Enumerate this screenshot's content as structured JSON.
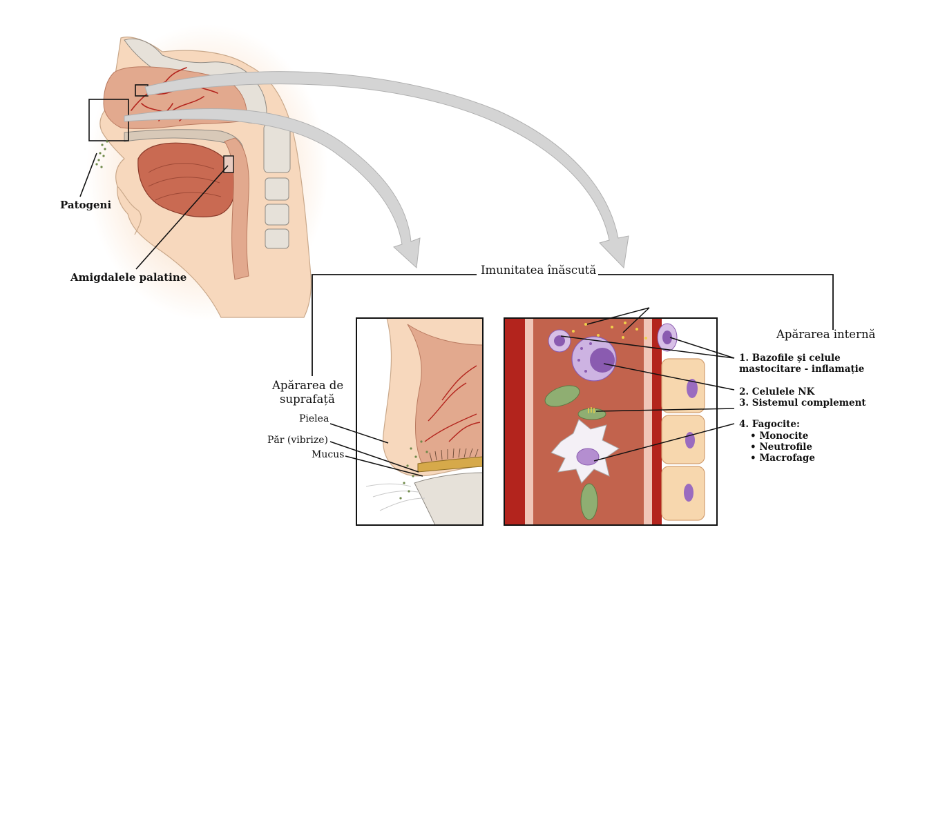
{
  "labels": {
    "pathogens": "Patogeni",
    "tonsils": "Amigdalele palatine",
    "innate_immunity": "Imunitatea înăscută",
    "surface_defense_line1": "Apărarea de",
    "surface_defense_line2": "suprafață",
    "internal_defense": "Apărarea internă",
    "skin": "Pielea",
    "hair": "Păr (vibrize)",
    "mucus": "Mucus",
    "item1_line1": "1. Bazofile și celule",
    "item1_line2": "mastocitare  - inflamație",
    "item2": "2. Celulele NK",
    "item3": "3. Sistemul complement",
    "item4": "4. Fagocite:",
    "phagocytes": [
      "Monocite",
      "Neutrofile",
      "Macrofage"
    ]
  },
  "colors": {
    "skin": "#f7d8bd",
    "glow": "#fbe0c4",
    "mucosa": "#e2a98e",
    "tongue": "#c96a52",
    "bone": "#e6e1d9",
    "vessel": "#b3241d",
    "arrow": "#cfcfcf",
    "cell_purple": "#b48ed0",
    "nucleus": "#8a5bb0",
    "cell_green": "#8fae72",
    "outline": "#111111"
  }
}
